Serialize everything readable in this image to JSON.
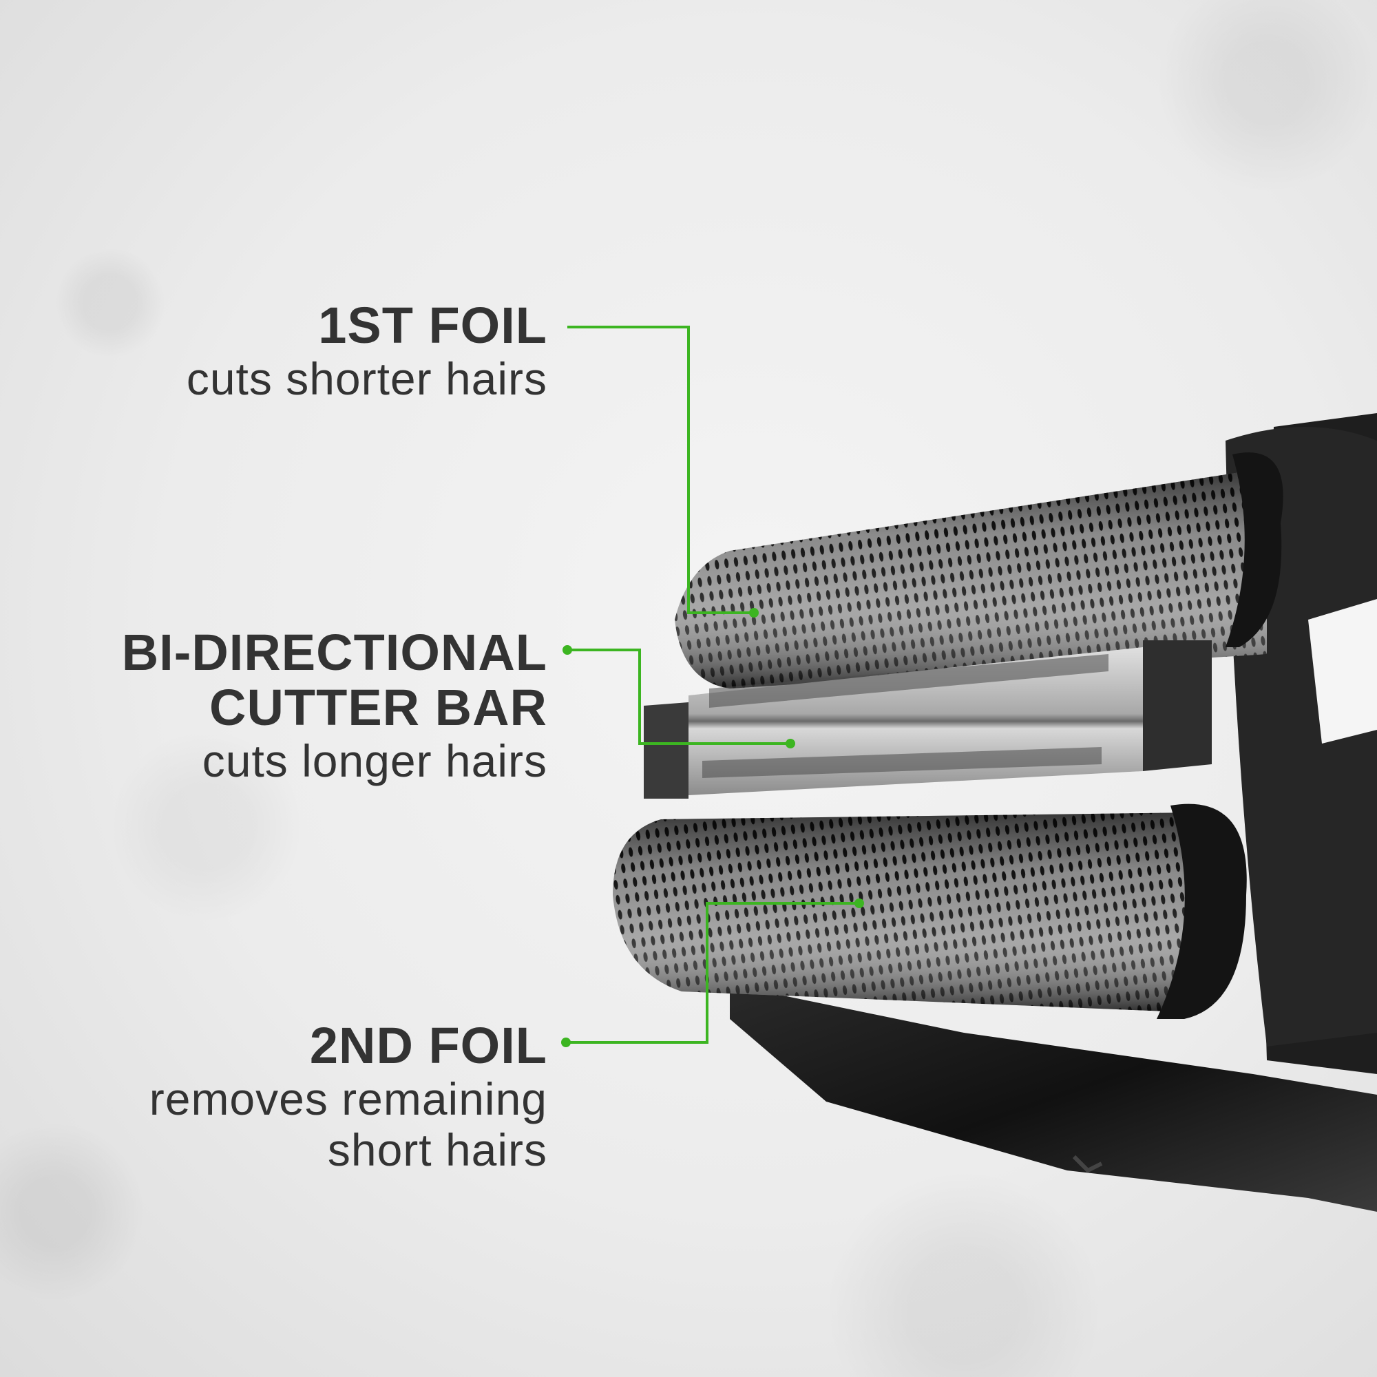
{
  "colors": {
    "accent_green": "#3cb521",
    "text_dark": "#333333",
    "background": "#ececec",
    "shaver_body": "#1c1c1c",
    "foil_metal": "#8a8a8a",
    "cutter_metal": "#cfcfcf"
  },
  "callouts": [
    {
      "id": "first-foil",
      "heading": "1ST FOIL",
      "description_lines": [
        "cuts shorter hairs"
      ]
    },
    {
      "id": "cutter-bar",
      "heading_lines": [
        "BI-DIRECTIONAL",
        "CUTTER BAR"
      ],
      "description_lines": [
        "cuts longer hairs"
      ]
    },
    {
      "id": "second-foil",
      "heading": "2ND FOIL",
      "description_lines": [
        "removes remaining",
        "short hairs"
      ]
    }
  ],
  "product": {
    "icon": "shaver-head-icon",
    "parts": [
      "1st foil",
      "bi-directional cutter bar",
      "2nd foil"
    ]
  }
}
